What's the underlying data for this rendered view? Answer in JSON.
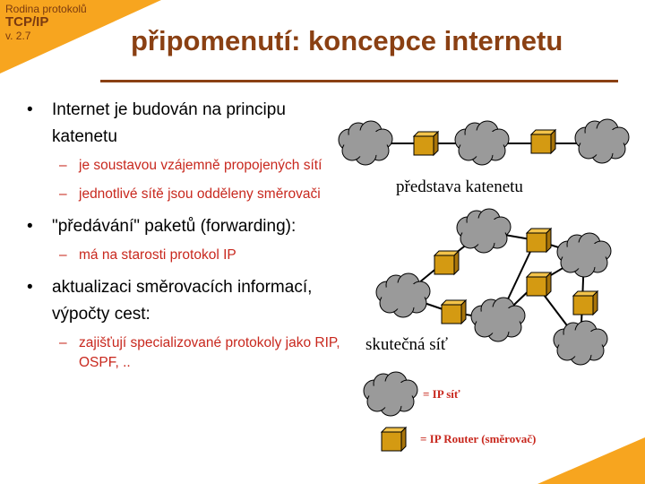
{
  "header": {
    "series_line1": "Rodina protokolů",
    "series_line2": "TCP/IP",
    "series_line3": "v. 2.7",
    "title": "připomenutí: koncepce internetu"
  },
  "bullets": [
    {
      "text": "Internet je budován na principu katenetu",
      "subs": [
        "je soustavou vzájemně propojených sítí",
        "jednotlivé sítě jsou odděleny směrovači"
      ]
    },
    {
      "text": "\"předávání\" paketů (forwarding):",
      "subs": [
        "má na starosti protokol IP"
      ]
    },
    {
      "text": "aktualizaci směrovacích informací, výpočty cest:",
      "subs": [
        "zajišťují specializované protokoly jako RIP, OSPF, .."
      ]
    }
  ],
  "diagram": {
    "caption_top": "představa katenetu",
    "caption_real": "skutečná síť",
    "legend_cloud": "= IP síť",
    "legend_router": "= IP Router (směrovač)"
  },
  "colors": {
    "accent": "#f7a51f",
    "title": "#8a4013",
    "sub_bullet": "#c8281e",
    "cloud": "#9a9a9a",
    "router": "#d49a12"
  }
}
